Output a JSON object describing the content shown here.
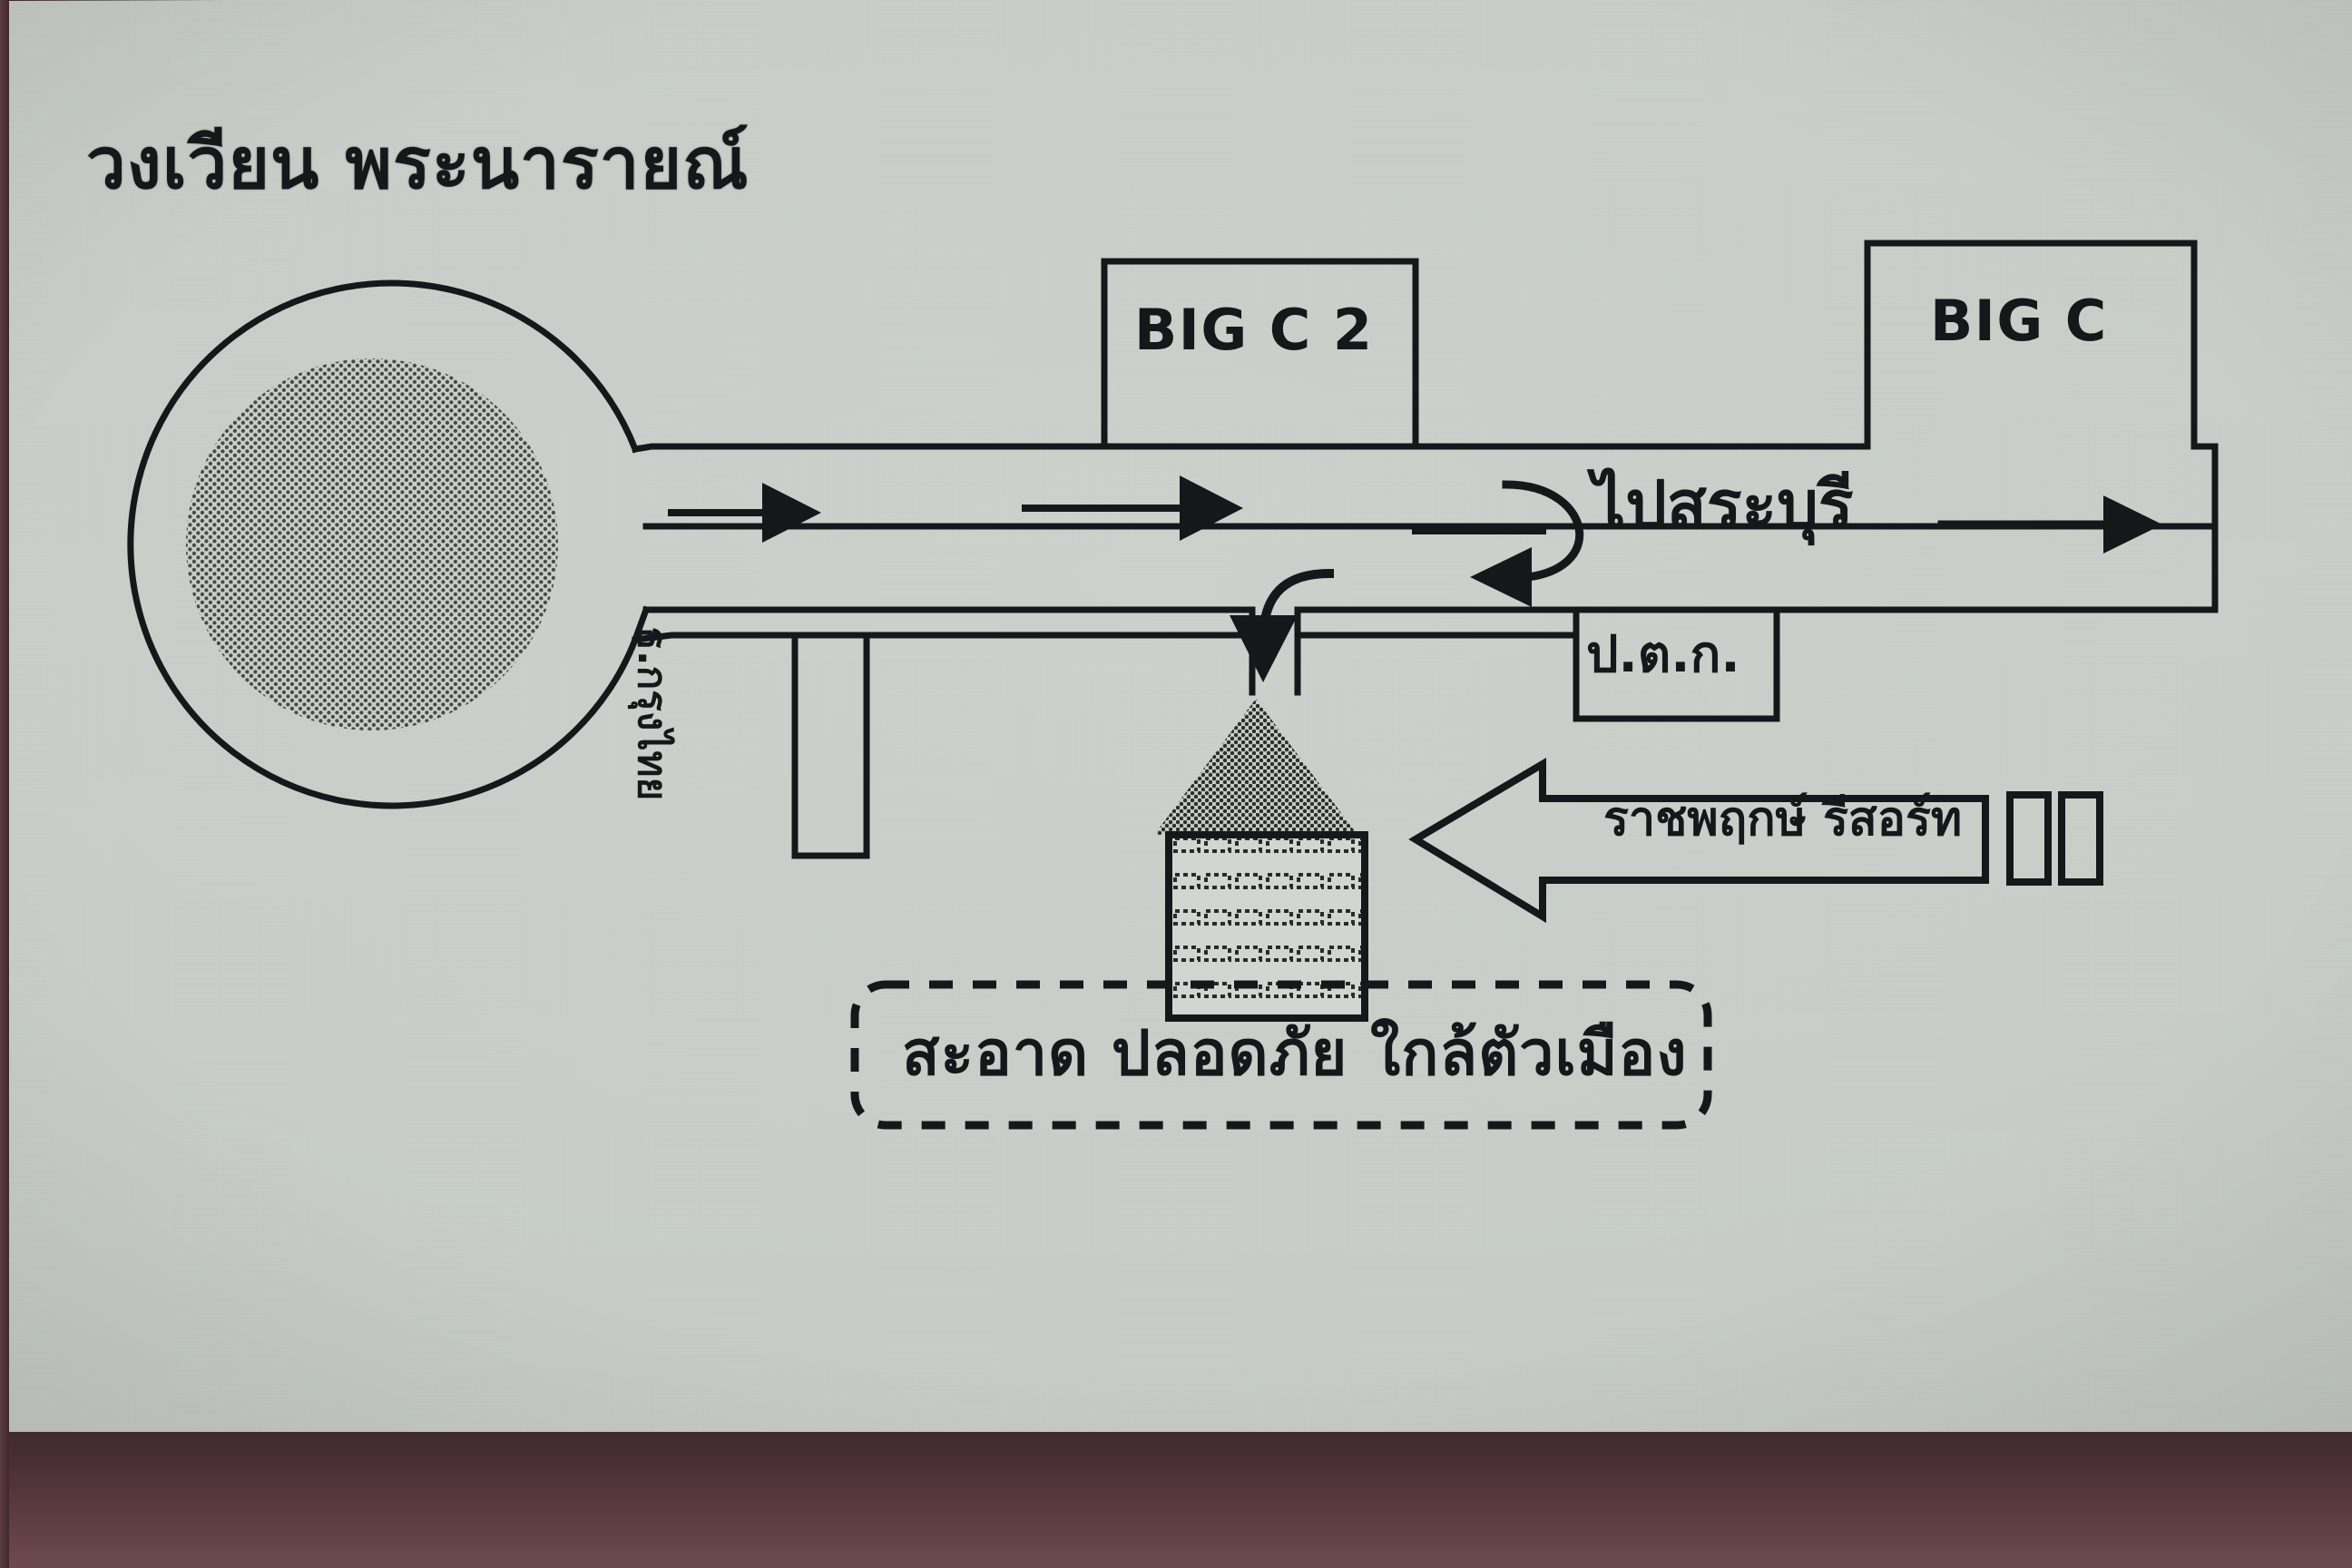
{
  "map": {
    "title": "วงเวียน พระนารายณ์",
    "background_color": "#c9cec9",
    "ink_color": "#15181a",
    "landmarks": [
      {
        "id": "roundabout",
        "name": "วงเวียน พระนารายณ์",
        "type": "roundabout"
      },
      {
        "id": "bigc2",
        "name": "BIG C 2",
        "type": "store-box"
      },
      {
        "id": "bigc",
        "name": "BIG C",
        "type": "store-box"
      },
      {
        "id": "krungthai",
        "name": "ธ.กรุงไทย",
        "type": "building-box"
      },
      {
        "id": "ptt",
        "name": "ป.ต.ก.",
        "type": "gas-station-box"
      },
      {
        "id": "resort",
        "name": "ราชพฤกษ์ รีสอร์ท",
        "type": "destination-arrow"
      }
    ],
    "direction_sign": "ไปสระบุรี",
    "tagline": "สะอาด ปลอดภัย ใกล้ตัวเมือง",
    "arrows": [
      {
        "id": "lane-arrow-1",
        "direction": "right"
      },
      {
        "id": "lane-arrow-2",
        "direction": "right"
      },
      {
        "id": "saraburi-arrow",
        "direction": "right"
      },
      {
        "id": "u-turn-arrow",
        "direction": "u-turn-left"
      },
      {
        "id": "resort-arrow",
        "direction": "left"
      },
      {
        "id": "entrance-arrow",
        "direction": "down"
      }
    ]
  },
  "labels": {
    "bigc2": "BIG C 2",
    "bigc": "BIG C",
    "saraburi": "ไปสระบุรี",
    "ptt": "ป.ต.ก.",
    "bank": "ธ.กรุงไทย",
    "resort": "ราชพฤกษ์ รีสอร์ท",
    "tagline": "สะอาด ปลอดภัย ใกล้ตัวเมือง"
  }
}
